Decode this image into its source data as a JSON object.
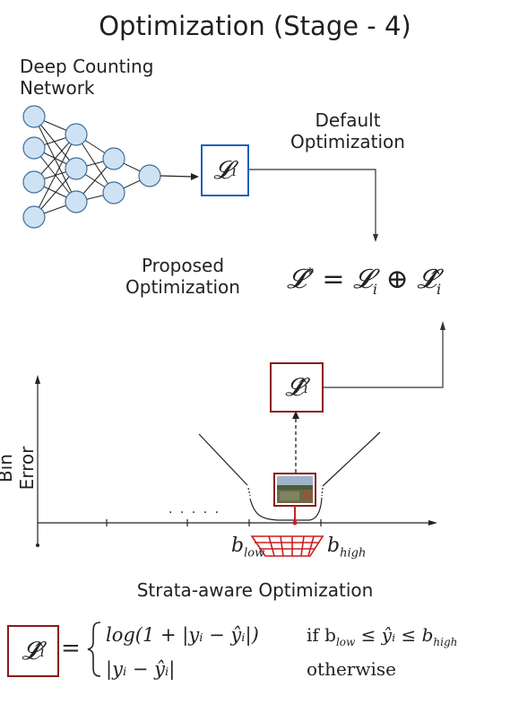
{
  "title": "Optimization (Stage - 4)",
  "network": {
    "label_line1": "Deep Counting",
    "label_line2": "Network"
  },
  "default_opt": {
    "line1": "Default",
    "line2": "Optimization"
  },
  "proposed_opt": {
    "line1": "Proposed",
    "line2": "Optimization"
  },
  "loss_box": {
    "symbol": "𝓛",
    "subscript": "i"
  },
  "combined_formula": {
    "lhs": "𝓛",
    "lhs_sup": "*",
    "eq": "=",
    "term1": "𝓛",
    "term1_sub": "i",
    "op": "⊕",
    "term2": "𝓛̂",
    "term2_sub": "i"
  },
  "hat_loss_box": {
    "symbol": "𝓛̂",
    "subscript": "i"
  },
  "graph": {
    "ylabel": "Bin Error",
    "dots": ". . . . .",
    "b_low": {
      "letter": "b",
      "sub": "low"
    },
    "b_high": {
      "letter": "b",
      "sub": "high"
    }
  },
  "caption": "Strata-aware Optimization",
  "piecewise": {
    "lhs": "𝓛̂",
    "lhs_sub": "i",
    "eq": "=",
    "case1_expr": "log(1 + |yᵢ − ŷᵢ|)",
    "case1_cond": "if b",
    "case1_cond_sub1": "low",
    "case1_cond_mid": " ≤ ŷᵢ ≤ b",
    "case1_cond_sub2": "high",
    "case2_expr": "|yᵢ − ŷᵢ|",
    "case2_cond": "otherwise"
  },
  "colors": {
    "blue_box": "#1f5fbf",
    "red_box": "#8b1a1a",
    "node_fill": "#cfe2f3",
    "node_stroke": "#3d6f9e",
    "net_red": "#cc1f1f"
  }
}
